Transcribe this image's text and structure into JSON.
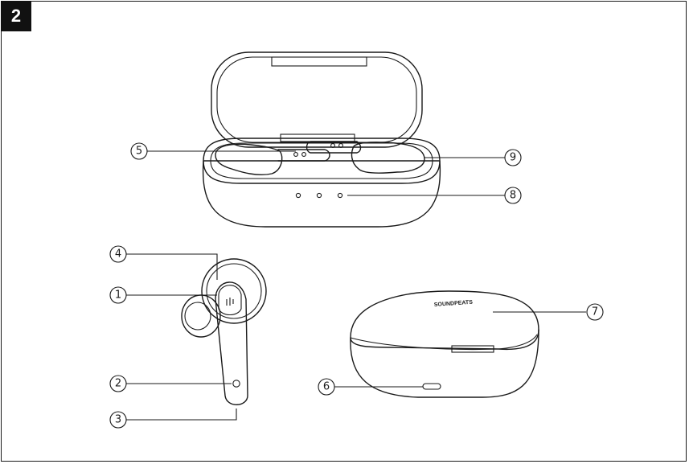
{
  "step_number": "2",
  "callouts": [
    {
      "id": "c1",
      "label": "1"
    },
    {
      "id": "c2",
      "label": "2"
    },
    {
      "id": "c3",
      "label": "3"
    },
    {
      "id": "c4",
      "label": "4"
    },
    {
      "id": "c5",
      "label": "5"
    },
    {
      "id": "c6",
      "label": "6"
    },
    {
      "id": "c7",
      "label": "7"
    },
    {
      "id": "c8",
      "label": "8"
    },
    {
      "id": "c9",
      "label": "9"
    }
  ],
  "case_logo_text": "SOUNDPEATS"
}
